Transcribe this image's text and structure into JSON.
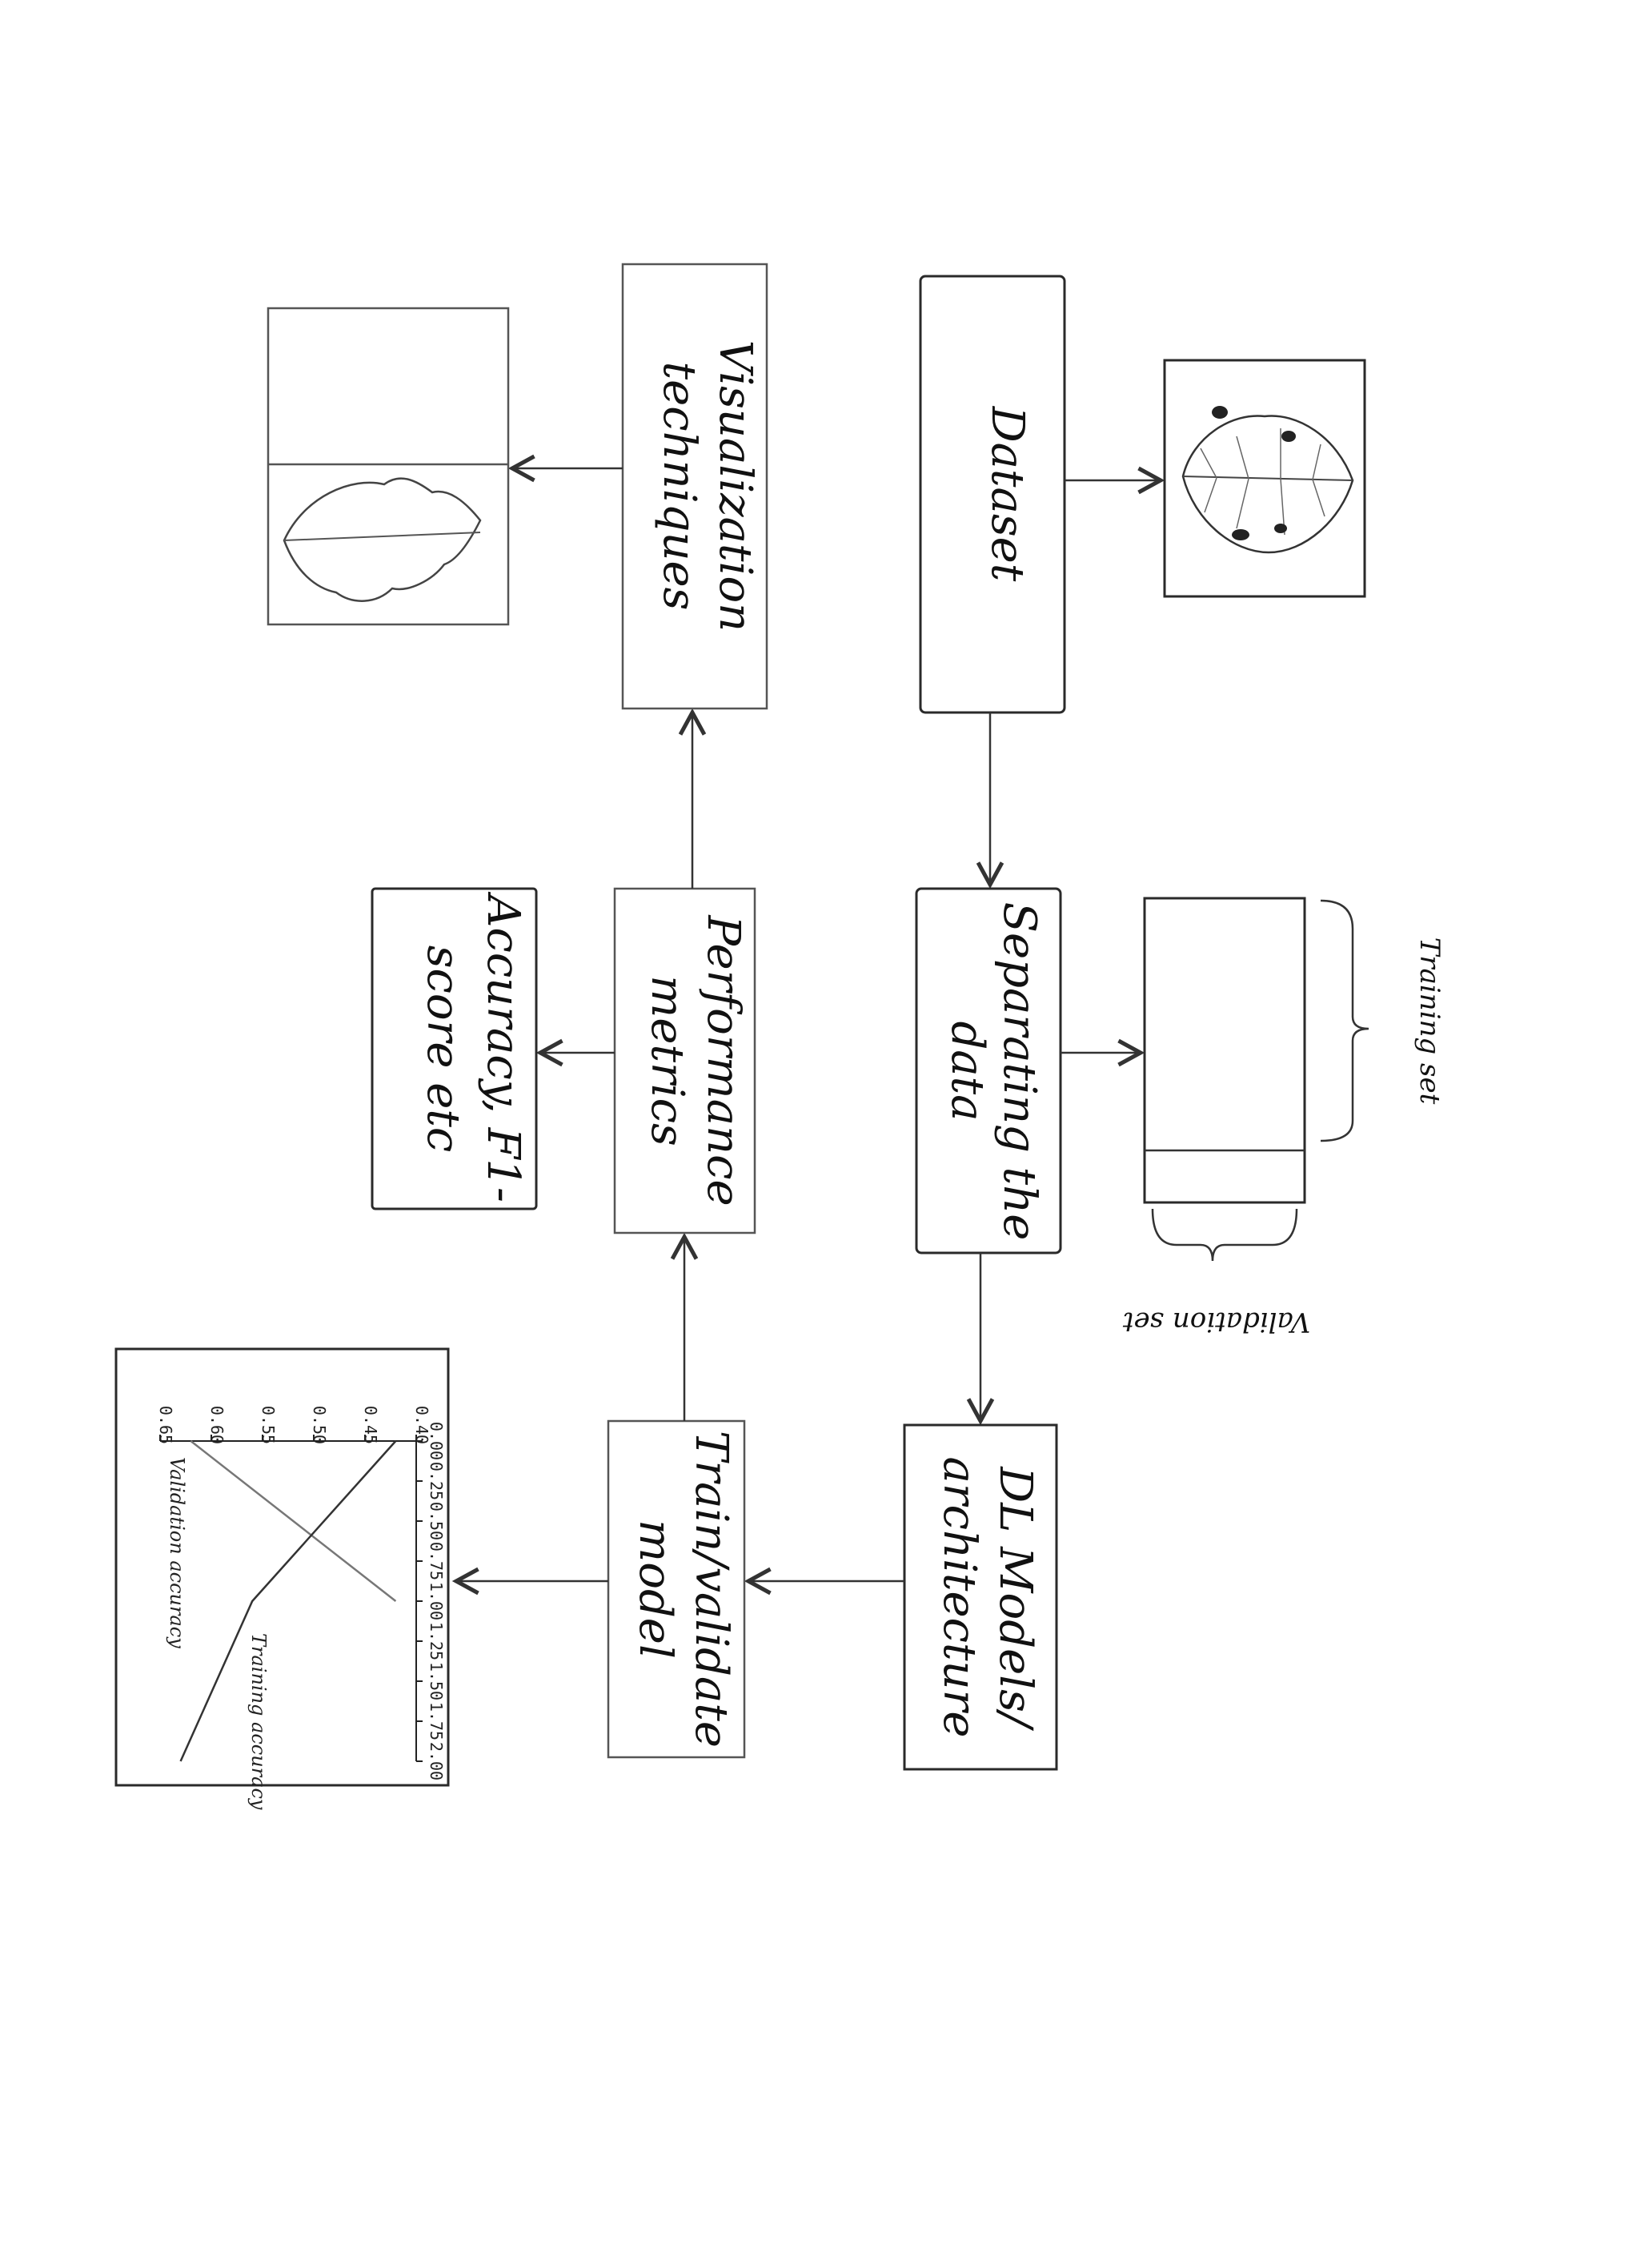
{
  "nodes": {
    "dataset": "Dataset",
    "separating": [
      "Separating the",
      "data"
    ],
    "dl_model": [
      "DL Models/",
      "architecture"
    ],
    "train": [
      "Train/validate",
      "model"
    ],
    "performance": [
      "Performance",
      "metrics"
    ],
    "visualization": [
      "Visualization",
      "techniques"
    ],
    "accuracy": [
      "Accuracy, F1-",
      "score etc"
    ]
  },
  "split_labels": {
    "training_set": "Training set",
    "validation_set": "Validation set"
  },
  "chart_data": {
    "type": "line",
    "x_ticks": [
      "0.00",
      "0.25",
      "0.50",
      "0.75",
      "1.00",
      "1.25",
      "1.50",
      "1.75",
      "2.00"
    ],
    "y_ticks": [
      "0.40",
      "0.45",
      "0.50",
      "0.55",
      "0.60",
      "0.65"
    ],
    "xlim": [
      0,
      2
    ],
    "ylim": [
      0.4,
      0.65
    ],
    "series": [
      {
        "name": "Validation accuracy",
        "x": [
          0.0,
          1.0
        ],
        "y": [
          0.62,
          0.42
        ]
      },
      {
        "name": "Training accuracy",
        "x": [
          0.0,
          1.0,
          2.0
        ],
        "y": [
          0.42,
          0.56,
          0.63
        ]
      }
    ],
    "annotations": [
      "Validation accuracy",
      "Training accuracy"
    ]
  }
}
